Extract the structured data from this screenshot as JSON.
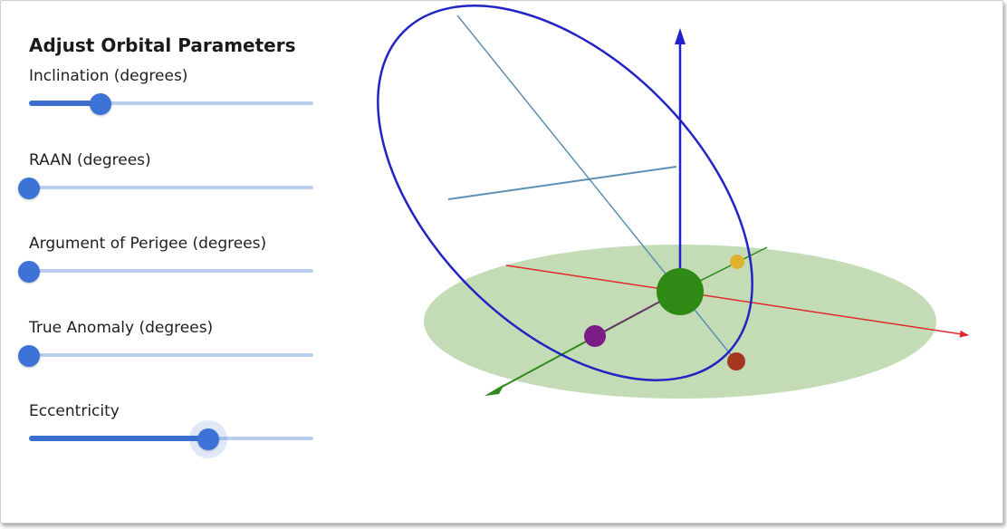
{
  "controls": {
    "title": "Adjust Orbital Parameters",
    "sliders": [
      {
        "id": "inclination",
        "label": "Inclination (degrees)",
        "fraction": 0.25,
        "focused": false
      },
      {
        "id": "raan",
        "label": "RAAN (degrees)",
        "fraction": 0.0,
        "focused": false
      },
      {
        "id": "argument-of-perigee",
        "label": "Argument of Perigee (degrees)",
        "fraction": 0.0,
        "focused": false
      },
      {
        "id": "true-anomaly",
        "label": "True Anomaly (degrees)",
        "fraction": 0.0,
        "focused": false
      },
      {
        "id": "eccentricity",
        "label": "Eccentricity",
        "fraction": 0.63,
        "focused": true
      }
    ],
    "colors": {
      "accent": "#3d73d6",
      "track": "#b9cdee"
    }
  },
  "scene": {
    "colors": {
      "equatorial_plane": "#c3dcb6",
      "earth": "#2e8a14",
      "orbit": "#2424c4",
      "x_axis": "#e02a2a",
      "y_axis": "#2f8a1a",
      "z_axis": "#2020cc",
      "orbit_lines": "#5b8fb3",
      "satellite_purple": "#7a1b86",
      "marker_orange": "#e0b030",
      "marker_red": "#a5371e"
    }
  }
}
